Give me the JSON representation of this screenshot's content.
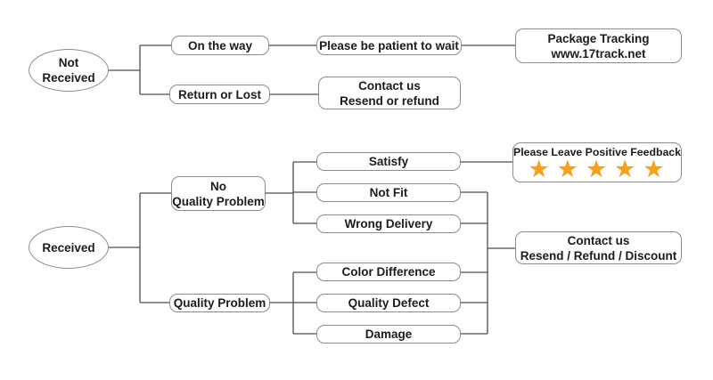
{
  "colors": {
    "background": "#ffffff",
    "box_border": "#8c8c8c",
    "connector_line": "#4d4d4d",
    "text": "#1c1c1c",
    "star": "#f6a01e"
  },
  "nodes": {
    "not_received": {
      "line1": "Not",
      "line2": "Received"
    },
    "on_the_way": {
      "label": "On the way"
    },
    "please_wait": {
      "label": "Please be patient to wait"
    },
    "package_tracking": {
      "line1": "Package Tracking",
      "line2": "www.17track.net"
    },
    "return_or_lost": {
      "label": "Return or Lost"
    },
    "contact_not_received": {
      "line1": "Contact us",
      "line2": "Resend or refund"
    },
    "received": {
      "label": "Received"
    },
    "no_quality_problem": {
      "line1": "No",
      "line2": "Quality Problem"
    },
    "satisfy": {
      "label": "Satisfy"
    },
    "not_fit": {
      "label": "Not Fit"
    },
    "wrong_delivery": {
      "label": "Wrong Delivery"
    },
    "positive_feedback": {
      "label": "Please Leave Positive Feedback",
      "stars": "★ ★ ★ ★ ★",
      "star_count": 5
    },
    "quality_problem": {
      "label": "Quality Problem"
    },
    "color_difference": {
      "label": "Color Difference"
    },
    "quality_defect": {
      "label": "Quality Defect"
    },
    "damage": {
      "label": "Damage"
    },
    "contact_received": {
      "line1": "Contact us",
      "line2": "Resend / Refund / Discount"
    }
  }
}
